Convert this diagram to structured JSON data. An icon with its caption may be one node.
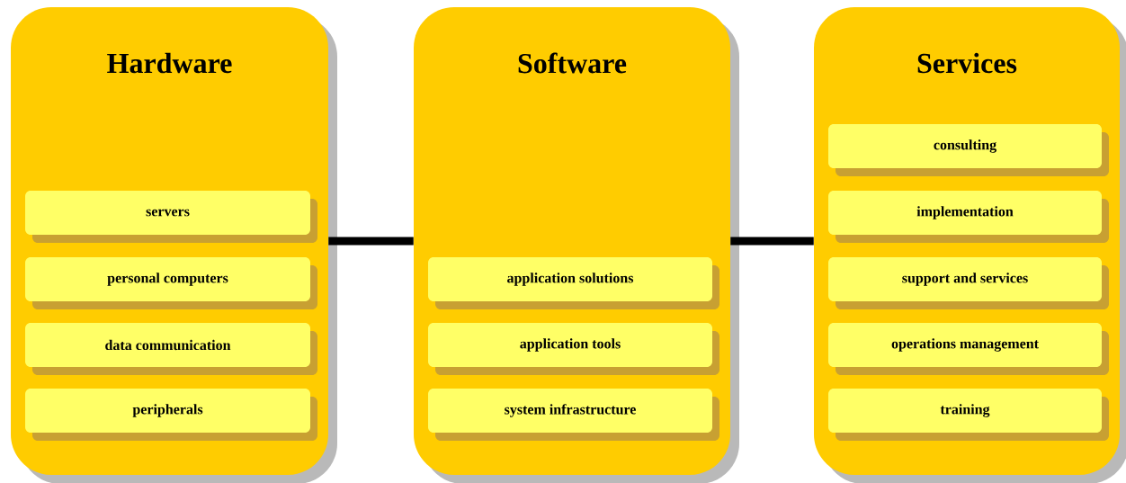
{
  "diagram": {
    "nodes": [
      {
        "text": [
          "Hardware"
        ]
      },
      {
        "text": [
          "servers"
        ],
        "in": 0
      },
      {
        "text": [
          "personal computers"
        ],
        "in": 0
      },
      {
        "text": [
          "data communication"
        ],
        "in": 0
      },
      {
        "text": [
          "peripherals"
        ],
        "in": 0
      },
      {
        "text": [
          "Software"
        ]
      },
      {
        "text": [
          "application solutions"
        ],
        "in": 5
      },
      {
        "text": [
          "application tools"
        ],
        "in": 5
      },
      {
        "text": [
          "system infrastructure"
        ],
        "in": 5
      },
      {
        "text": [
          "Services"
        ]
      },
      {
        "text": [
          "consulting"
        ],
        "in": 9
      },
      {
        "text": [
          "implementation"
        ],
        "in": 9
      },
      {
        "text": [
          "support and services"
        ],
        "in": 9
      },
      {
        "text": [
          "operations management"
        ],
        "in": 9
      },
      {
        "text": [
          "training"
        ],
        "in": 9
      }
    ],
    "edges": [
      {
        "from": 0,
        "to": 5,
        "arrow": "none"
      },
      {
        "from": 5,
        "to": 9,
        "arrow": "none"
      }
    ]
  }
}
